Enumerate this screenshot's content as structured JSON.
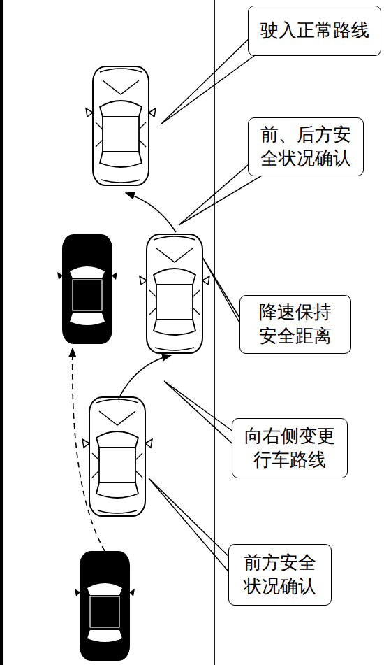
{
  "diagram": {
    "nodes": [
      {
        "text": [
          "驶入正常路线"
        ]
      },
      {
        "text": [
          "前、后方安 全状况确认"
        ]
      },
      {
        "text": [
          "降速保持 安全距离"
        ]
      },
      {
        "text": [
          "向右侧变更 行车路线"
        ]
      },
      {
        "text": [
          "前方安全 状况确认"
        ]
      }
    ]
  }
}
